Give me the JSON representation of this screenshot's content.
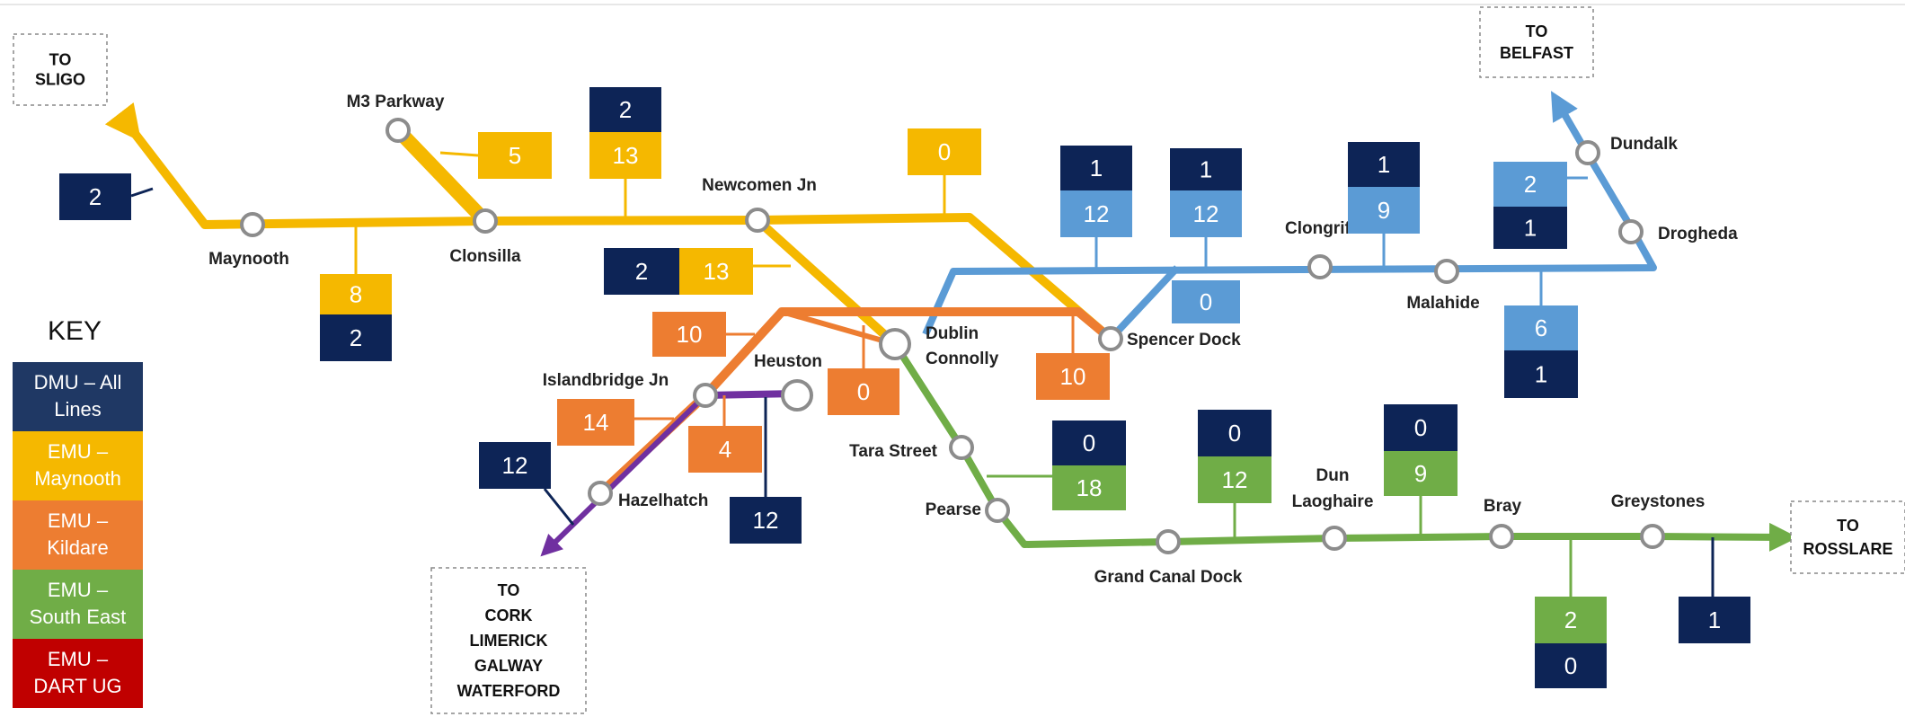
{
  "colors": {
    "dmu": "#1f3864",
    "dmu_box": "#0d2456",
    "maynooth": "#f5b800",
    "kildare": "#ed7d31",
    "south_east": "#70ad47",
    "dart_ug": "#c00000",
    "northern": "#5b9bd5",
    "phoenix_park": "#7030a0"
  },
  "destinations": [
    {
      "id": "sligo",
      "lines": [
        "TO",
        "SLIGO"
      ]
    },
    {
      "id": "belfast",
      "lines": [
        "TO",
        "BELFAST"
      ]
    },
    {
      "id": "rosslare",
      "lines": [
        "TO",
        "ROSSLARE"
      ]
    },
    {
      "id": "south",
      "lines": [
        "TO",
        "CORK",
        "LIMERICK",
        "GALWAY",
        "WATERFORD"
      ]
    }
  ],
  "stations": [
    {
      "id": "maynooth",
      "label": "Maynooth"
    },
    {
      "id": "m3-parkway",
      "label": "M3 Parkway"
    },
    {
      "id": "clonsilla",
      "label": "Clonsilla"
    },
    {
      "id": "newcomen-jn",
      "label": "Newcomen Jn"
    },
    {
      "id": "dublin-connolly",
      "label": "Dublin Connolly"
    },
    {
      "id": "spencer-dock",
      "label": "Spencer Dock"
    },
    {
      "id": "clongriffin",
      "label": "Clongriffin"
    },
    {
      "id": "malahide",
      "label": "Malahide"
    },
    {
      "id": "drogheda",
      "label": "Drogheda"
    },
    {
      "id": "dundalk",
      "label": "Dundalk"
    },
    {
      "id": "islandbridge-jn",
      "label": "Islandbridge Jn"
    },
    {
      "id": "heuston",
      "label": "Heuston"
    },
    {
      "id": "hazelhatch",
      "label": "Hazelhatch"
    },
    {
      "id": "tara-street",
      "label": "Tara Street"
    },
    {
      "id": "pearse",
      "label": "Pearse"
    },
    {
      "id": "grand-canal-dock",
      "label": "Grand Canal Dock"
    },
    {
      "id": "dun-laoghaire",
      "label": "Dun Laoghaire"
    },
    {
      "id": "bray",
      "label": "Bray"
    },
    {
      "id": "greystones",
      "label": "Greystones"
    }
  ],
  "counts": [
    {
      "id": "sligo-dmu",
      "fleet": "dmu",
      "value": "2"
    },
    {
      "id": "m3-emu",
      "fleet": "maynooth",
      "value": "5"
    },
    {
      "id": "maynooth-emu",
      "fleet": "maynooth",
      "value": "8"
    },
    {
      "id": "maynooth-dmu",
      "fleet": "dmu",
      "value": "2"
    },
    {
      "id": "clonsilla-dmu",
      "fleet": "dmu",
      "value": "2"
    },
    {
      "id": "clonsilla-emu",
      "fleet": "maynooth",
      "value": "13"
    },
    {
      "id": "newcomen-emu",
      "fleet": "maynooth",
      "value": "0"
    },
    {
      "id": "connolly-west-dmu",
      "fleet": "dmu",
      "value": "2"
    },
    {
      "id": "connolly-west-emu",
      "fleet": "maynooth",
      "value": "13"
    },
    {
      "id": "kildare-top-emu",
      "fleet": "kildare",
      "value": "10"
    },
    {
      "id": "connolly-kildare-emu",
      "fleet": "kildare",
      "value": "0"
    },
    {
      "id": "spencer-kildare-emu",
      "fleet": "kildare",
      "value": "10"
    },
    {
      "id": "islandbridge-emu",
      "fleet": "kildare",
      "value": "14"
    },
    {
      "id": "heuston-emu",
      "fleet": "kildare",
      "value": "4"
    },
    {
      "id": "hazelhatch-dmu",
      "fleet": "dmu",
      "value": "12"
    },
    {
      "id": "heuston-dmu",
      "fleet": "dmu",
      "value": "12"
    },
    {
      "id": "north1-dmu",
      "fleet": "dmu",
      "value": "1"
    },
    {
      "id": "north1-emu",
      "fleet": "northern",
      "value": "12"
    },
    {
      "id": "north2-dmu",
      "fleet": "dmu",
      "value": "1"
    },
    {
      "id": "north2-emu",
      "fleet": "northern",
      "value": "12"
    },
    {
      "id": "spencer-north-emu",
      "fleet": "northern",
      "value": "0"
    },
    {
      "id": "clongriffin-dmu",
      "fleet": "dmu",
      "value": "1"
    },
    {
      "id": "clongriffin-emu",
      "fleet": "northern",
      "value": "9"
    },
    {
      "id": "dundalk-emu",
      "fleet": "northern",
      "value": "2"
    },
    {
      "id": "dundalk-dmu",
      "fleet": "dmu",
      "value": "1"
    },
    {
      "id": "malahide-emu",
      "fleet": "northern",
      "value": "6"
    },
    {
      "id": "malahide-dmu",
      "fleet": "dmu",
      "value": "1"
    },
    {
      "id": "tara-dmu",
      "fleet": "dmu",
      "value": "0"
    },
    {
      "id": "tara-emu",
      "fleet": "south_east",
      "value": "18"
    },
    {
      "id": "gcd-dmu",
      "fleet": "dmu",
      "value": "0"
    },
    {
      "id": "gcd-emu",
      "fleet": "south_east",
      "value": "12"
    },
    {
      "id": "dunl-dmu",
      "fleet": "dmu",
      "value": "0"
    },
    {
      "id": "dunl-emu",
      "fleet": "south_east",
      "value": "9"
    },
    {
      "id": "bray-emu",
      "fleet": "south_east",
      "value": "2"
    },
    {
      "id": "bray-dmu",
      "fleet": "dmu",
      "value": "0"
    },
    {
      "id": "greystones-dmu",
      "fleet": "dmu",
      "value": "1"
    }
  ],
  "key": {
    "title": "KEY",
    "items": [
      {
        "fleet": "dmu",
        "lines": [
          "DMU – All",
          "Lines"
        ]
      },
      {
        "fleet": "maynooth",
        "lines": [
          "EMU –",
          "Maynooth"
        ]
      },
      {
        "fleet": "kildare",
        "lines": [
          "EMU –",
          "Kildare"
        ]
      },
      {
        "fleet": "south_east",
        "lines": [
          "EMU –",
          "South East"
        ]
      },
      {
        "fleet": "dart_ug",
        "lines": [
          "EMU –",
          "DART UG"
        ]
      }
    ]
  }
}
